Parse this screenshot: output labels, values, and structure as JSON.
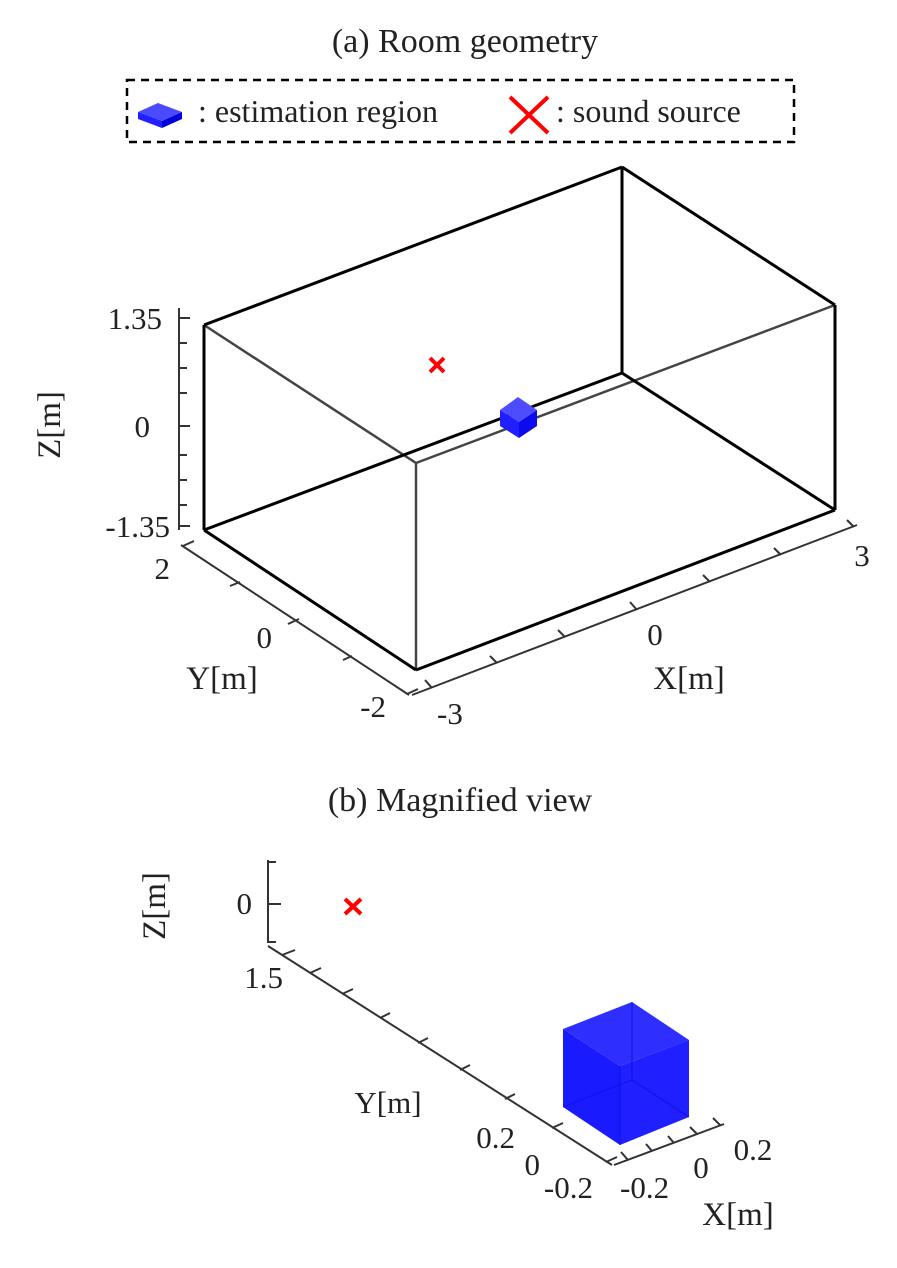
{
  "figure_a": {
    "title": "(a) Room geometry",
    "legend": {
      "items": [
        {
          "label": ": estimation region",
          "icon": "blue-cube-icon",
          "color": "#1f1fff"
        },
        {
          "label": ": sound source",
          "icon": "red-cross-icon",
          "color": "#ff0000"
        }
      ]
    },
    "axes": {
      "z": {
        "label": "Z[m]",
        "ticks": [
          "1.35",
          "0",
          "-1.35"
        ],
        "range": [
          -1.35,
          1.35
        ]
      },
      "y": {
        "label": "Y[m]",
        "ticks": [
          "2",
          "0",
          "-2"
        ],
        "range": [
          -2,
          2
        ]
      },
      "x": {
        "label": "X[m]",
        "ticks": [
          "-3",
          "0",
          "3"
        ],
        "range": [
          -3,
          3
        ]
      }
    }
  },
  "figure_b": {
    "title": "(b) Magnified view",
    "axes": {
      "z": {
        "label": "Z[m]",
        "ticks": [
          "0"
        ]
      },
      "y": {
        "label": "Y[m]",
        "ticks": [
          "1.5",
          "0.2",
          "0",
          "-0.2"
        ]
      },
      "x": {
        "label": "X[m]",
        "ticks": [
          "-0.2",
          "0",
          "0.2"
        ]
      }
    }
  },
  "colors": {
    "region": "#1f1fff",
    "source": "#ff0000",
    "frame": "#000000",
    "axis": "#333333"
  }
}
